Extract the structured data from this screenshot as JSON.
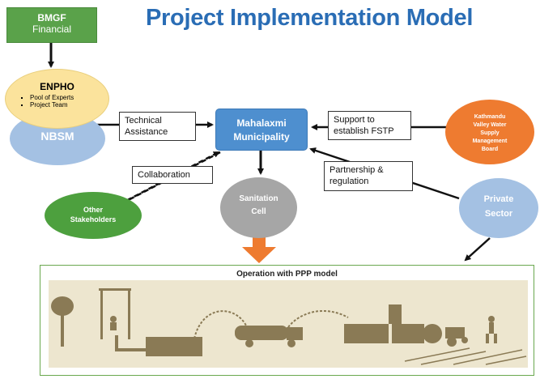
{
  "title": "Project Implementation Model",
  "nodes": {
    "bmgf": {
      "name": "BMGF",
      "sub": "Financial"
    },
    "enpho": {
      "name": "ENPHO",
      "bullets": [
        "Pool of Experts",
        "Project Team"
      ]
    },
    "nbsm": {
      "name": "NBSM"
    },
    "municipality": {
      "line1": "Mahalaxmi",
      "line2": "Municipality"
    },
    "kathmandu": {
      "lines": [
        "Kathmandu",
        "Valley Water",
        "Supply",
        "Management",
        "Board"
      ]
    },
    "other": {
      "line1": "Other",
      "line2": "Stakeholders"
    },
    "cell": {
      "line1": "Sanitation",
      "line2": "Cell"
    },
    "private": {
      "line1": "Private",
      "line2": "Sector"
    }
  },
  "edge_labels": {
    "technical": {
      "line1": "Technical",
      "line2": "Assistance"
    },
    "support": {
      "line1": "Support to",
      "line2": "establish FSTP"
    },
    "collaboration": "Collaboration",
    "partnership": {
      "line1": "Partnership &",
      "line2": "regulation"
    }
  },
  "ppp_title": "Operation with PPP model",
  "colors": {
    "title": "#2a6db5",
    "bmgf": "#5aa24a",
    "enpho": "#fbe39c",
    "nbsm": "#a4c1e3",
    "municipality": "#4e8fcf",
    "kathmandu": "#ee7b30",
    "other": "#4da03e",
    "cell": "#a6a6a6",
    "private": "#a4c1e3",
    "down_arrow": "#ee7b30",
    "scene_bg": "#ede6cf",
    "scene_fg": "#8a7a55"
  }
}
